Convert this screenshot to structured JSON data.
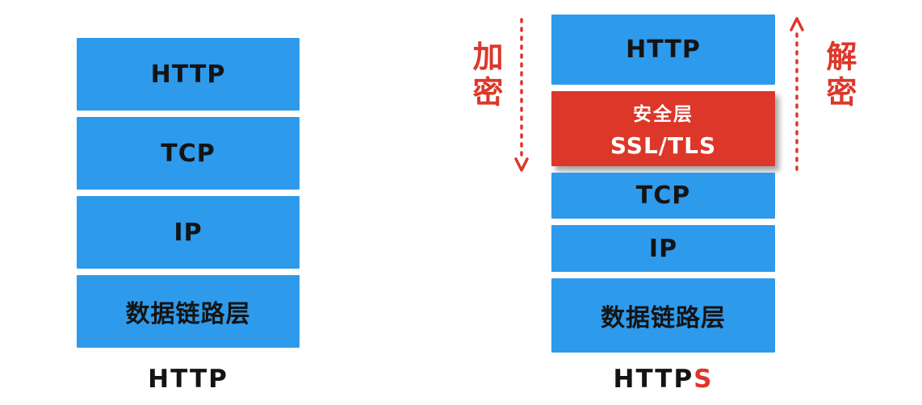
{
  "colors": {
    "blue": "#2E9AEC",
    "red": "#DD372A",
    "text": "#141414"
  },
  "left_stack": {
    "caption": "HTTP",
    "layers": [
      {
        "label": "HTTP"
      },
      {
        "label": "TCP"
      },
      {
        "label": "IP"
      },
      {
        "label": "数据链路层"
      }
    ]
  },
  "right_stack": {
    "caption_prefix": "HTTP",
    "caption_suffix": "S",
    "layers": [
      {
        "label": "HTTP"
      },
      {
        "line1": "安全层",
        "line2": "SSL/TLS"
      },
      {
        "label": "TCP"
      },
      {
        "label": "IP"
      },
      {
        "label": "数据链路层"
      }
    ]
  },
  "annotations": {
    "encrypt_label": "加密",
    "decrypt_label": "解密"
  }
}
